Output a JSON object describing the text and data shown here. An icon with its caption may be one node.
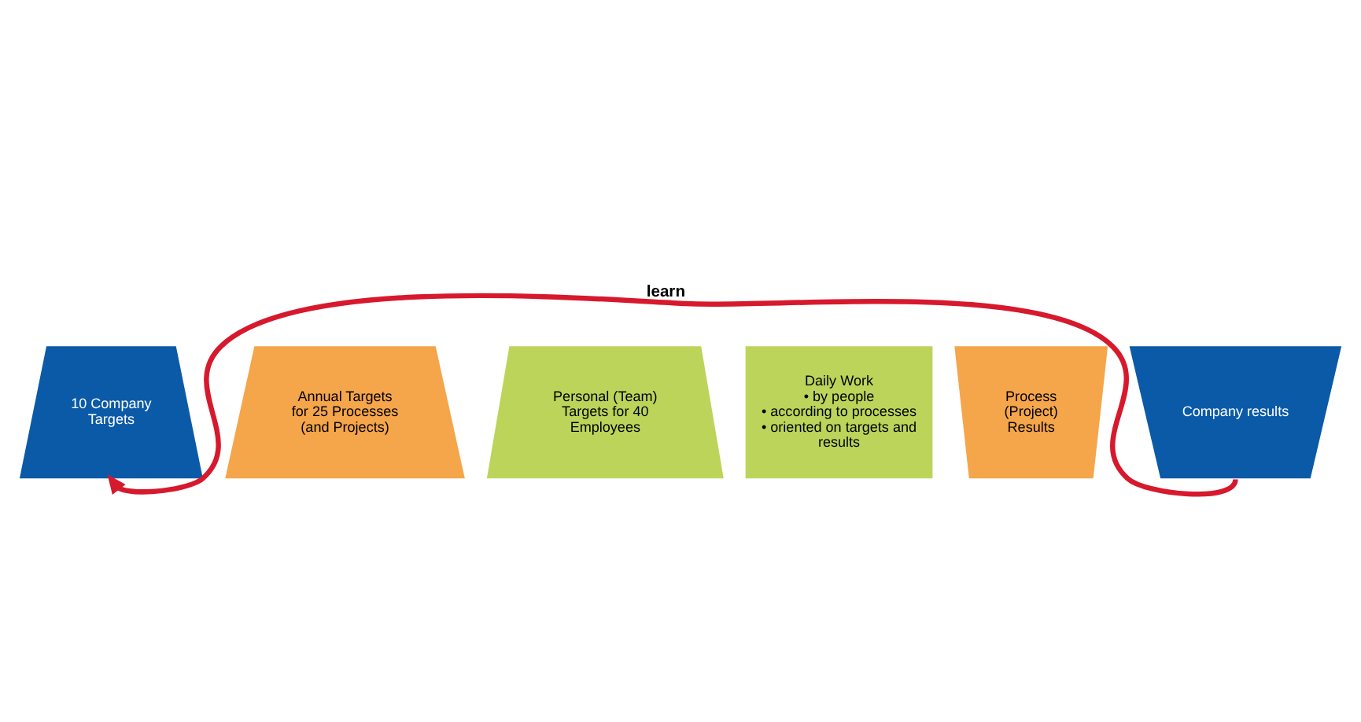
{
  "diagram": {
    "nodes": [
      {
        "text": [
          "10 Company Targets"
        ]
      },
      {
        "text": [
          "Annual Targets for 25 Processes (and Projects)"
        ]
      },
      {
        "text": [
          "Personal (Team) Targets for 40 Employees"
        ]
      },
      {
        "text": [
          "Daily Work",
          "• by people",
          "• according to processes",
          "• oriented on targets and results"
        ]
      },
      {
        "text": [
          "Process (Project) Results"
        ]
      },
      {
        "text": [
          "Company results"
        ]
      }
    ],
    "edges": [
      {
        "from": 5,
        "to": 0,
        "arrow": "to",
        "label": "learn",
        "color": "#d7192d"
      }
    ]
  }
}
